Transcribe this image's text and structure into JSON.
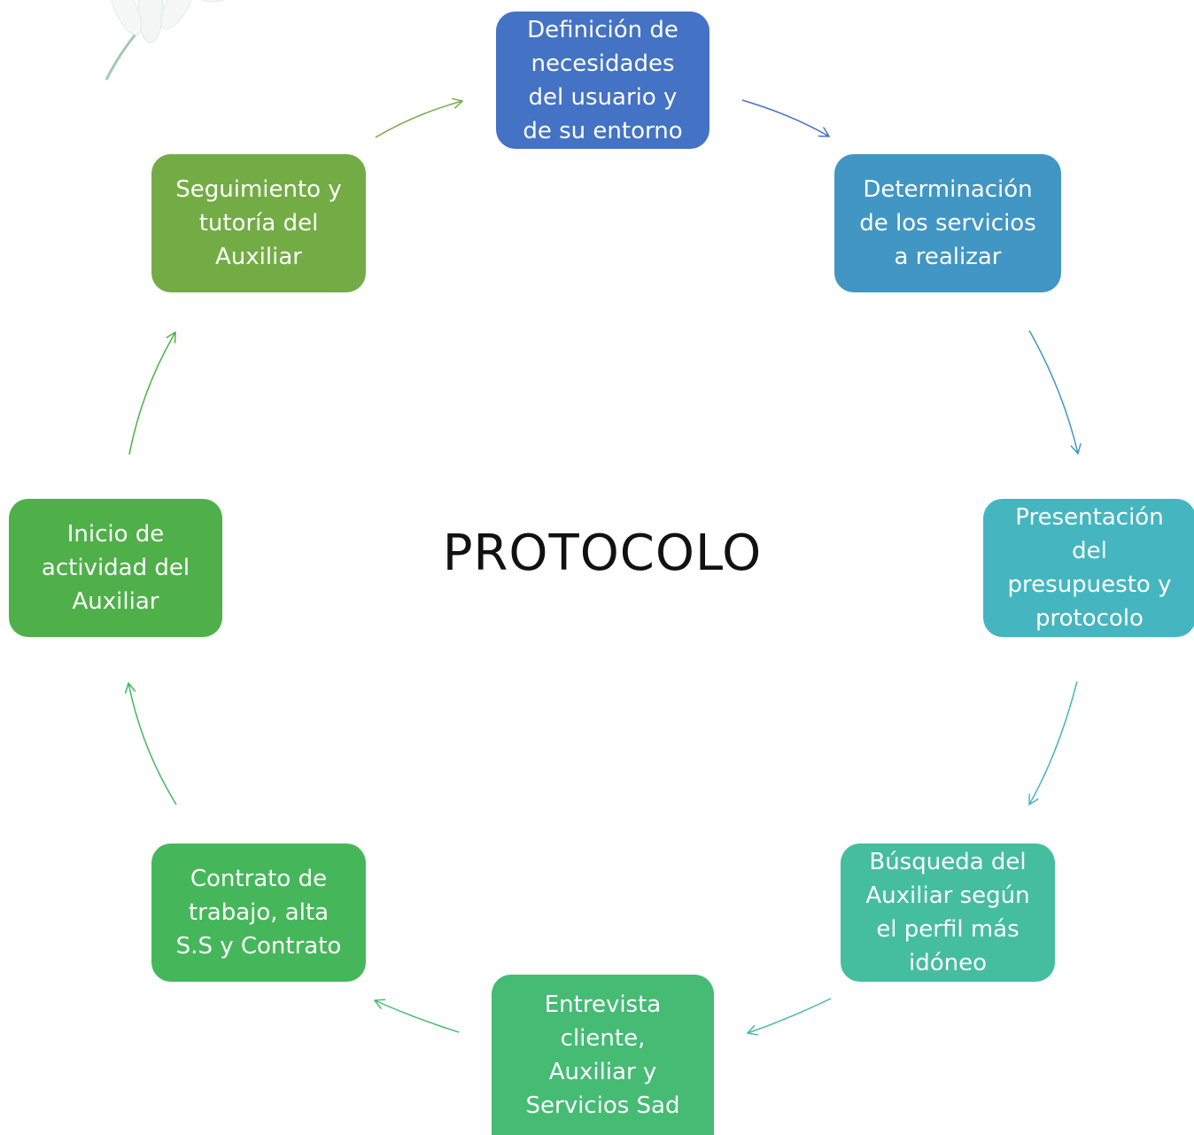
{
  "diagram": {
    "title": "PROTOCOLO",
    "steps": [
      {
        "label": "Definición de\nnecesidades\ndel  usuario y\nde su entorno",
        "color": "#4472c4"
      },
      {
        "label": "Determinación\nde los servicios\na realizar",
        "color": "#4196c3"
      },
      {
        "label": "Presentación\ndel\npresupuesto y\nprotocolo",
        "color": "#45b6c0"
      },
      {
        "label": "Búsqueda del\nAuxiliar según\nel perfil más\nidóneo",
        "color": "#45bd9f"
      },
      {
        "label": "Entrevista\ncliente,\nAuxiliar y\nServicios Sad",
        "color": "#45bb74"
      },
      {
        "label": "Contrato de\ntrabajo, alta\nS.S y Contrato",
        "color": "#45b75a"
      },
      {
        "label": "Inicio de\nactividad del\nAuxiliar",
        "color": "#4fb04a"
      },
      {
        "label": "Seguimiento y\ntutoría del\nAuxiliar",
        "color": "#73ac45"
      }
    ],
    "arrow_colors": [
      "#4472c4",
      "#4196c3",
      "#45b6c0",
      "#45bd9f",
      "#45bb74",
      "#45b75a",
      "#4fb04a",
      "#73ac45"
    ]
  }
}
